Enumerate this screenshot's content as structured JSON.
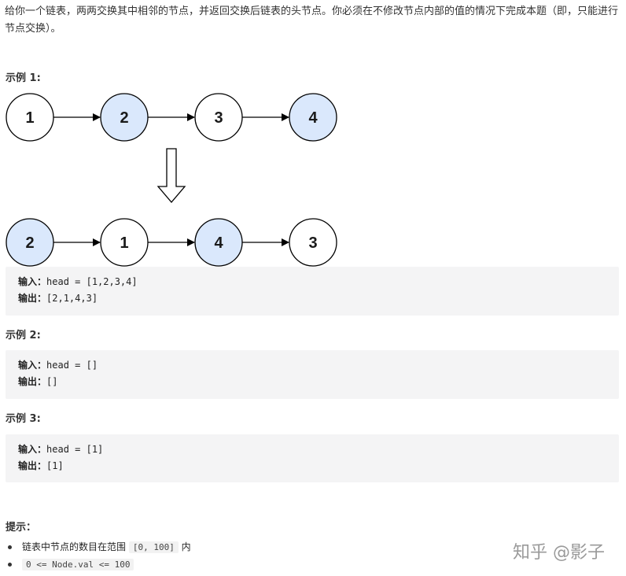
{
  "problem": {
    "description": "给你一个链表，两两交换其中相邻的节点，并返回交换后链表的头节点。你必须在不修改节点内部的值的情况下完成本题（即，只能进行节点交换）。"
  },
  "example1": {
    "title": "示例 1:",
    "before_nodes": [
      "1",
      "2",
      "3",
      "4"
    ],
    "after_nodes": [
      "2",
      "1",
      "4",
      "3"
    ],
    "input_label": "输入：",
    "input_value": "head = [1,2,3,4]",
    "output_label": "输出：",
    "output_value": "[2,1,4,3]"
  },
  "example2": {
    "title": "示例 2:",
    "input_label": "输入：",
    "input_value": "head = []",
    "output_label": "输出：",
    "output_value": "[]"
  },
  "example3": {
    "title": "示例 3:",
    "input_label": "输入：",
    "input_value": "head = [1]",
    "output_label": "输出：",
    "output_value": "[1]"
  },
  "tips": {
    "title": "提示：",
    "item1_prefix": "链表中节点的数目在范围",
    "item1_code": "[0, 100]",
    "item1_suffix": "内",
    "item2_code": "0 <= Node.val <= 100"
  },
  "watermark": "知乎 @影子",
  "colors": {
    "highlight_node_fill": "#dae8fc",
    "plain_node_fill": "#ffffff",
    "code_bg": "#f4f4f5"
  }
}
